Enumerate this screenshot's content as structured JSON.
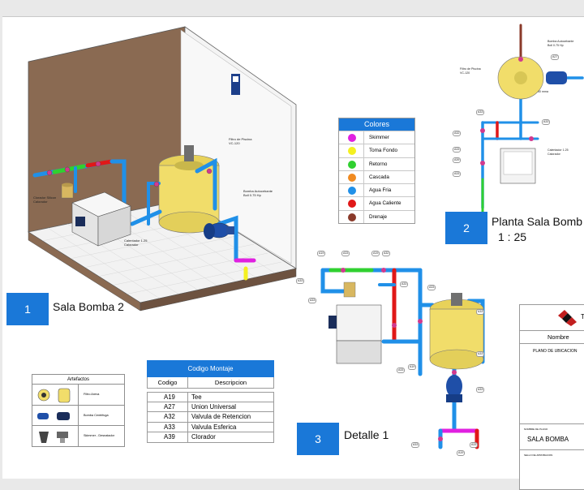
{
  "views": [
    {
      "number": "1",
      "title": "Sala Bomba 2"
    },
    {
      "number": "2",
      "title": "Planta Sala Bomb",
      "scale": "1 : 25"
    },
    {
      "number": "3",
      "title": "Detalle 1"
    }
  ],
  "view1_labels": {
    "filtro": "Filtro de Piscina\nVC-120",
    "bomba": "Bomba Autocebante\nBoll 0.75 Hp",
    "calentador": "Calentador 1.25\nCalorador",
    "clorador": "Clorador Silicon\nCalorador"
  },
  "view2_labels": {
    "bomba": "Bomba Autocebante\nBoll 0.75 Hp",
    "filtro": "Filtro de Piscina\nVC-120",
    "calentador": "Calentador 1.25\nCalorador",
    "dim": "40 mma"
  },
  "view2_tags": [
    "A27",
    "A33",
    "A33",
    "A32",
    "A33",
    "A39",
    "A33"
  ],
  "view3_tags": [
    "A19",
    "A33",
    "A19",
    "A32",
    "A33",
    "A33",
    "A33",
    "A33",
    "A33",
    "A33",
    "A19",
    "A33",
    "A33",
    "A19",
    "A33",
    "A33"
  ],
  "colores": {
    "title": "Colores",
    "items": [
      {
        "label": "Skimmer",
        "color": "#e020e0"
      },
      {
        "label": "Toma Fondo",
        "color": "#f4f020"
      },
      {
        "label": "Retorno",
        "color": "#30d030"
      },
      {
        "label": "Cascada",
        "color": "#f08a20"
      },
      {
        "label": "Agua Fria",
        "color": "#2090e8"
      },
      {
        "label": "Agua Caliente",
        "color": "#e01818"
      },
      {
        "label": "Drenaje",
        "color": "#8a3a2a"
      }
    ]
  },
  "artefactos": {
    "title": "Artefactos",
    "items": [
      {
        "label": "Filtro Arena"
      },
      {
        "label": "Bomba Centrifuga"
      },
      {
        "label": "Skimmer - Desnatador"
      }
    ]
  },
  "codigo_montaje": {
    "title": "Codigo Montaje",
    "col_codigo": "Codigo",
    "col_descripcion": "Descripcion",
    "rows": [
      {
        "codigo": "A19",
        "descripcion": "Tee"
      },
      {
        "codigo": "A27",
        "descripcion": "Union Universal"
      },
      {
        "codigo": "A32",
        "descripcion": "Valvula de Retencion"
      },
      {
        "codigo": "A33",
        "descripcion": "Valvula Esferica"
      },
      {
        "codigo": "A39",
        "descripcion": "Clorador"
      }
    ]
  },
  "title_block": {
    "logo_letter": "T",
    "nombre_label": "Nombre",
    "plano_label": "PLANO DE UBICACION",
    "nombre_plano_caption": "NOMBRE DE PLANO",
    "nombre_plano_value": "SALA BOMBA",
    "sello_caption": "SELLO DE APROBACION"
  },
  "colors": {
    "accent_blue": "#1a78d8",
    "pipe_cold": "#2090e8",
    "pipe_hot": "#e01818",
    "tank": "#f1dd6a"
  }
}
